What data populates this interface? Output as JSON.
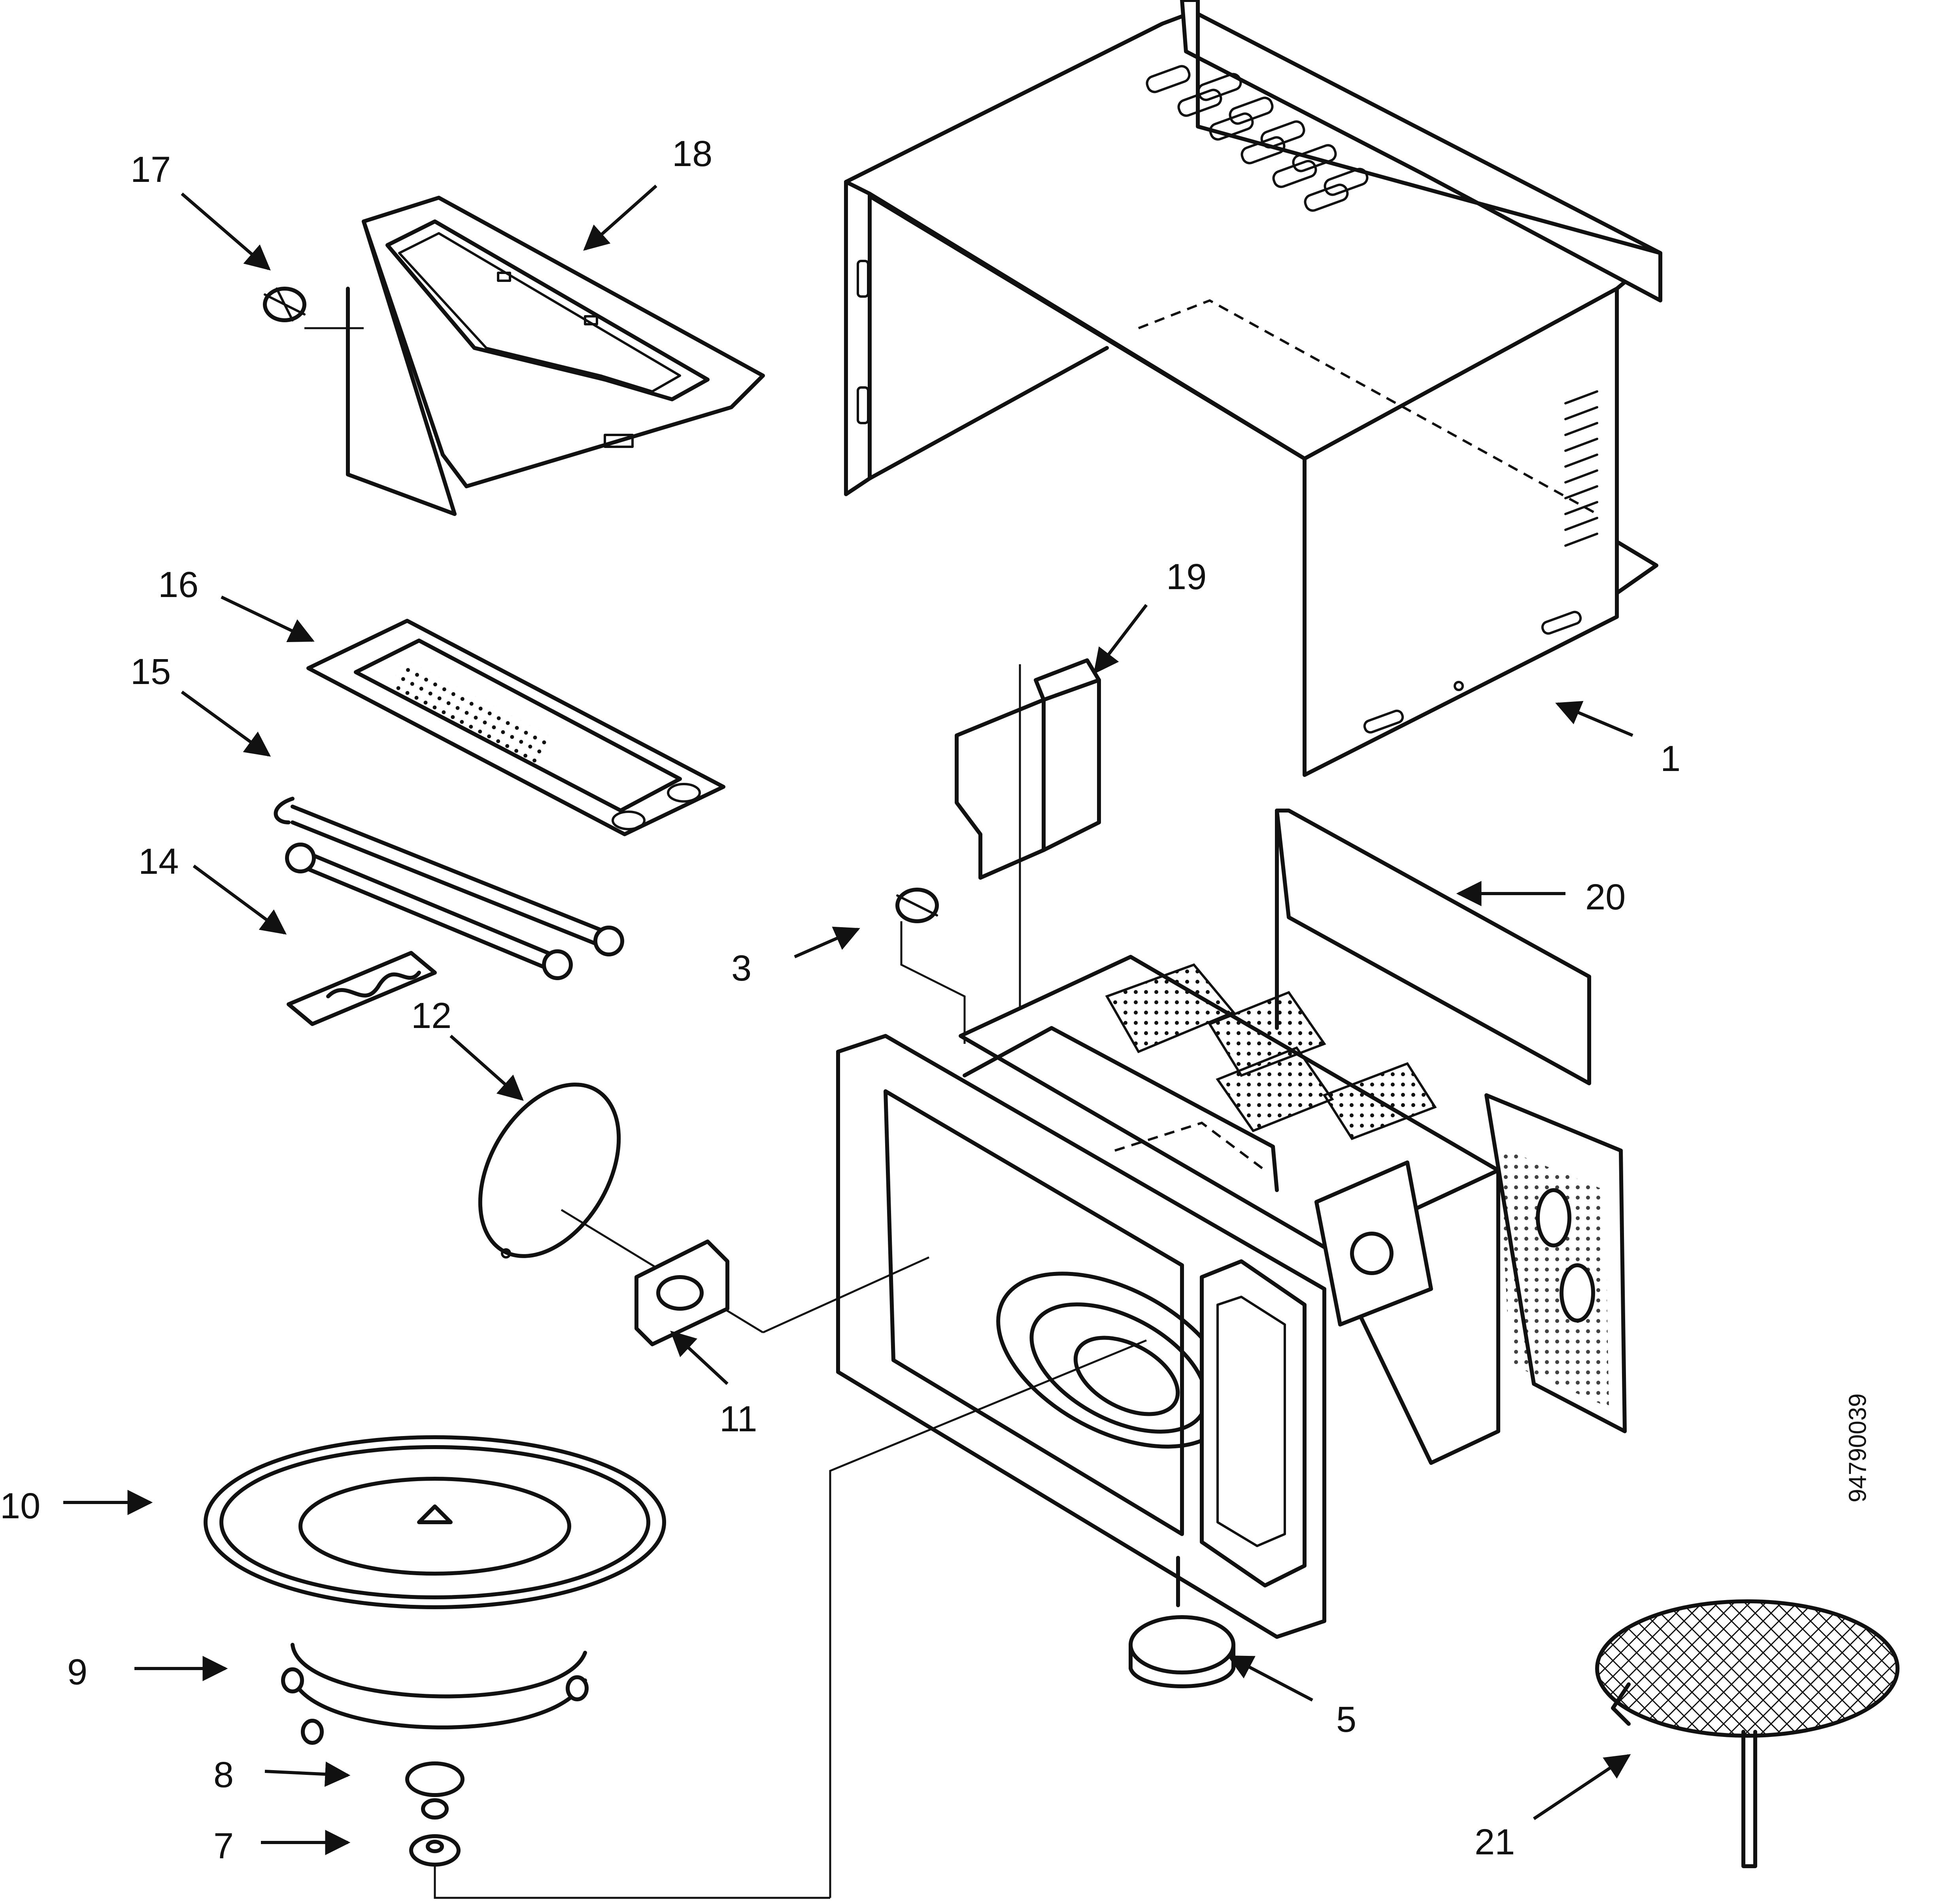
{
  "diagram": {
    "document_number": "94790039",
    "callouts": [
      {
        "id": "1",
        "label": "1"
      },
      {
        "id": "3",
        "label": "3"
      },
      {
        "id": "5",
        "label": "5"
      },
      {
        "id": "7",
        "label": "7"
      },
      {
        "id": "8",
        "label": "8"
      },
      {
        "id": "9",
        "label": "9"
      },
      {
        "id": "10",
        "label": "10"
      },
      {
        "id": "11",
        "label": "11"
      },
      {
        "id": "12",
        "label": "12"
      },
      {
        "id": "14",
        "label": "14"
      },
      {
        "id": "15",
        "label": "15"
      },
      {
        "id": "16",
        "label": "16"
      },
      {
        "id": "17",
        "label": "17"
      },
      {
        "id": "18",
        "label": "18"
      },
      {
        "id": "19",
        "label": "19"
      },
      {
        "id": "20",
        "label": "20"
      },
      {
        "id": "21",
        "label": "21"
      }
    ]
  },
  "colors": {
    "ink": "#111111",
    "paper": "#ffffff"
  }
}
